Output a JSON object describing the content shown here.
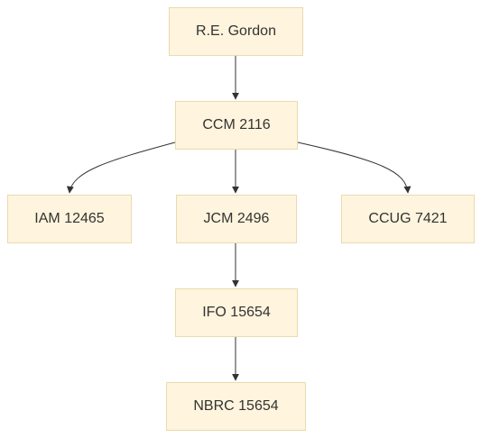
{
  "colors": {
    "node_fill": "#fff4dd",
    "node_border": "#e8dbb0",
    "node_text": "#333333",
    "edge": "#333333"
  },
  "nodes": {
    "re_gordon": "R.E. Gordon",
    "ccm_2116": "CCM 2116",
    "iam_12465": "IAM 12465",
    "jcm_2496": "JCM 2496",
    "ccug_7421": "CCUG 7421",
    "ifo_15654": "IFO 15654",
    "nbrc_15654": "NBRC 15654"
  },
  "edges": [
    {
      "from": "re_gordon",
      "to": "ccm_2116"
    },
    {
      "from": "ccm_2116",
      "to": "iam_12465"
    },
    {
      "from": "ccm_2116",
      "to": "jcm_2496"
    },
    {
      "from": "ccm_2116",
      "to": "ccug_7421"
    },
    {
      "from": "jcm_2496",
      "to": "ifo_15654"
    },
    {
      "from": "ifo_15654",
      "to": "nbrc_15654"
    }
  ]
}
